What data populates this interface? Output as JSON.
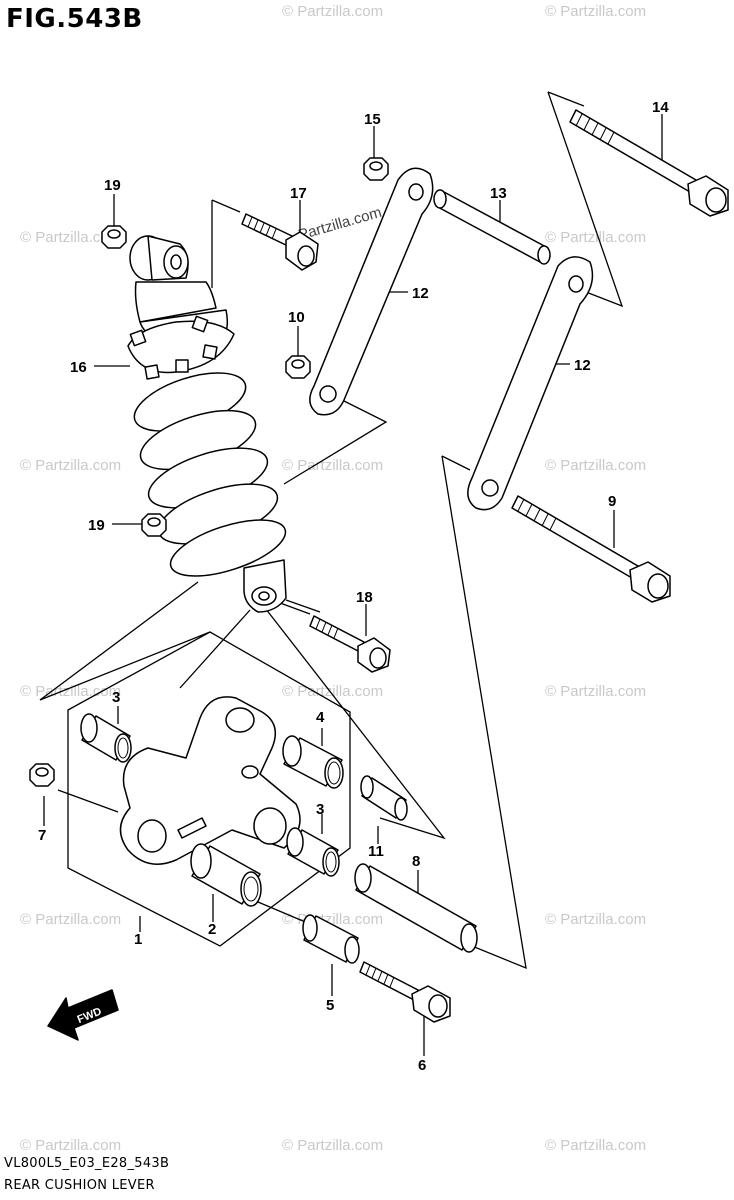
{
  "figure": {
    "title": "FIG.543B",
    "code": "VL800L5_E03_E28_543B",
    "name": "REAR CUSHION LEVER",
    "direction_arrow_label": "FWD"
  },
  "watermark": {
    "text": "© Partzilla.com",
    "inline_text": "Partzilla.com",
    "color": "#c9c9c9"
  },
  "callouts": [
    "1",
    "2",
    "3",
    "3",
    "4",
    "5",
    "6",
    "7",
    "8",
    "9",
    "10",
    "11",
    "12",
    "12",
    "13",
    "14",
    "15",
    "16",
    "17",
    "18",
    "19",
    "19"
  ],
  "parts": [
    {
      "ref": "1",
      "icon": "cushion-lever-icon"
    },
    {
      "ref": "2",
      "icon": "bearing-icon"
    },
    {
      "ref": "3",
      "icon": "bearing-icon"
    },
    {
      "ref": "4",
      "icon": "bearing-icon"
    },
    {
      "ref": "5",
      "icon": "spacer-icon"
    },
    {
      "ref": "6",
      "icon": "bolt-icon"
    },
    {
      "ref": "7",
      "icon": "nut-icon"
    },
    {
      "ref": "8",
      "icon": "spacer-icon"
    },
    {
      "ref": "9",
      "icon": "bolt-icon"
    },
    {
      "ref": "10",
      "icon": "nut-icon"
    },
    {
      "ref": "11",
      "icon": "spacer-icon"
    },
    {
      "ref": "12",
      "icon": "cushion-rod-icon"
    },
    {
      "ref": "13",
      "icon": "spacer-icon"
    },
    {
      "ref": "14",
      "icon": "bolt-icon"
    },
    {
      "ref": "15",
      "icon": "nut-icon"
    },
    {
      "ref": "16",
      "icon": "shock-absorber-icon"
    },
    {
      "ref": "17",
      "icon": "bolt-icon"
    },
    {
      "ref": "18",
      "icon": "bolt-icon"
    },
    {
      "ref": "19",
      "icon": "nut-icon"
    }
  ]
}
